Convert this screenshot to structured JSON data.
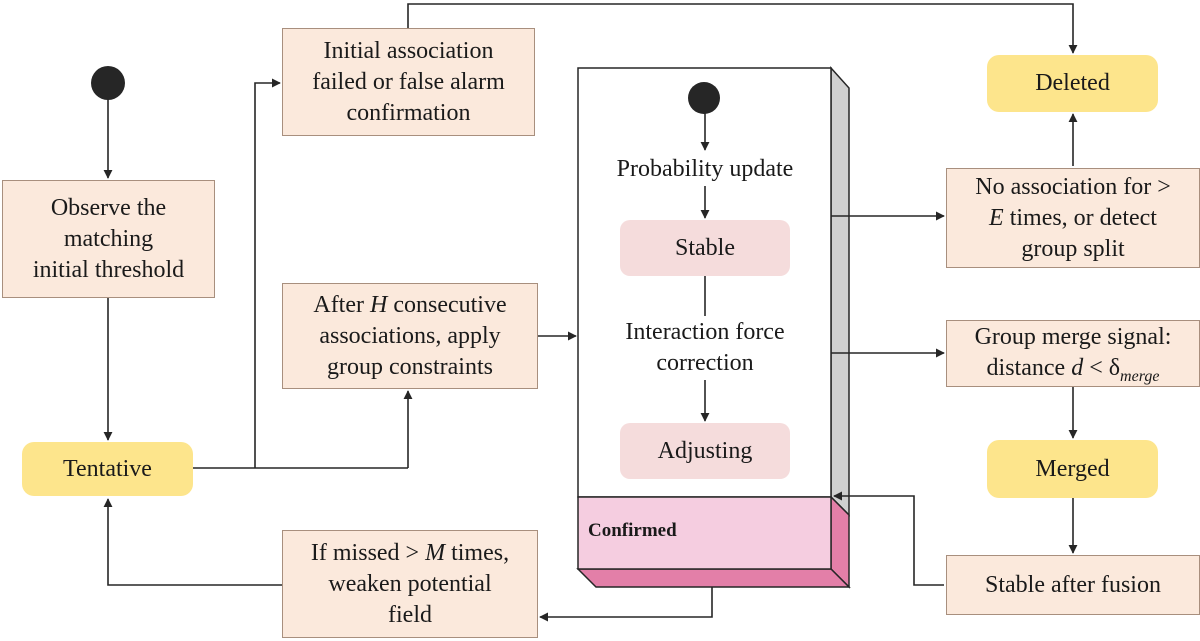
{
  "nodes": {
    "initial_failed": [
      "Initial association",
      "failed or false alarm",
      "confirmation"
    ],
    "deleted": "Deleted",
    "observe": [
      "Observe the",
      "matching",
      "initial threshold"
    ],
    "tentative": "Tentative",
    "after_h": {
      "line1_pre": "After ",
      "line1_var": "H",
      "line1_post": " consecutive",
      "line2": "associations, apply",
      "line3": "group constraints"
    },
    "probability_update": "Probability update",
    "stable": "Stable",
    "interaction": [
      "Interaction force",
      "correction"
    ],
    "adjusting": "Adjusting",
    "confirmed": "Confirmed",
    "no_assoc": {
      "line1": "No association for >",
      "line2_var": "E",
      "line2_post": " times, or detect",
      "line3": "group split"
    },
    "merge_signal": {
      "line1": "Group merge signal:",
      "line2_pre": "distance ",
      "line2_var": "d",
      "line2_op": " < δ",
      "line2_sub": "merge"
    },
    "merged": "Merged",
    "stable_fusion": "Stable after fusion",
    "missed": {
      "line1_pre": "If missed > ",
      "line1_var": "M",
      "line1_post": " times,",
      "line2": "weaken potential",
      "line3": "field"
    }
  },
  "colors": {
    "box_fill": "#fbe9dc",
    "state_fill": "#fde58c",
    "substate_fill": "#f5dcdc",
    "confirmed_front": "#f5cde0",
    "confirmed_side": "#e37fa8",
    "side_gray": "#d0d0d0",
    "line": "#262626"
  }
}
